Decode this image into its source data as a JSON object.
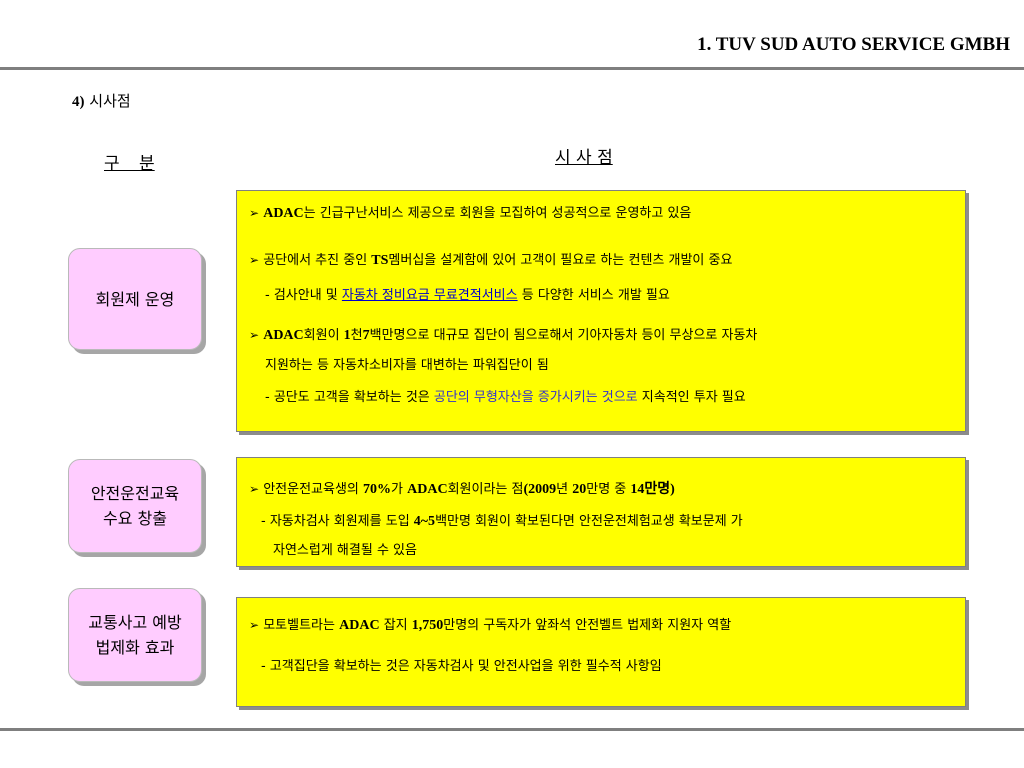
{
  "header": {
    "title": "1. TUV SUD AUTO SERVICE GMBH"
  },
  "section": {
    "number": "4)",
    "label": "시사점"
  },
  "columns": {
    "left": "구 분",
    "right": "시 사 점"
  },
  "bullet": "➢",
  "rows": [
    {
      "category": [
        "회원제 운영"
      ],
      "b1_a": "ADAC",
      "b1_b": "는 긴급구난서비스 제공으로  회원을 모집하여 성공적으로 운영하고 있음",
      "b2_a": "공단에서 추진 중인 ",
      "b2_b": "TS",
      "b2_c": "멤버십을 설계함에 있어 고객이 필요로 하는 컨텐츠 개발이 중요",
      "s1_a": "- 검사안내 및 ",
      "s1_link": "자동차 정비요금 무료견적서비스",
      "s1_b": " 등 다양한 서비스 개발 필요",
      "b3_a": "ADAC",
      "b3_b": "회원이 ",
      "b3_c": "1",
      "b3_d": "천",
      "b3_e": "7",
      "b3_f": "백만명으로 대규모 집단이 됨으로해서 기아자동차 등이 무상으로 자동차",
      "b3_cont": "지원하는 등 자동차소비자를 대변하는 파워집단이 됨",
      "s2_a": "- 공단도 고객을 확보하는 것은 ",
      "s2_blue": "공단의 무형자산을 증가시키는 것으로",
      "s2_b": " 지속적인 투자 필요"
    },
    {
      "category": [
        "안전운전교육",
        "수요 창출"
      ],
      "b1_a": "안전운전교육생의 ",
      "b1_b": "70%",
      "b1_c": "가 ",
      "b1_d": "ADAC",
      "b1_e": "회원이라는 점",
      "b1_f": "(2009",
      "b1_g": "년 ",
      "b1_h": "20",
      "b1_i": "만명 중 ",
      "b1_j": "14",
      "b1_k": "만명)",
      "s1_a": "- 자동차검사 회원제를 도입 ",
      "s1_b": "4~5",
      "s1_c": "백만명 회원이 확보된다면 안전운전체험교생 확보문제 가",
      "s1_cont": "자연스럽게 해결될 수 있음"
    },
    {
      "category": [
        "교통사고 예방",
        "법제화 효과"
      ],
      "b1_a": "모토벨트라는 ",
      "b1_b": "ADAC",
      "b1_c": " 잡지 ",
      "b1_d": "1,750",
      "b1_e": "만명의 구독자가 앞좌석 안전벨트 법제화  지원자  역할",
      "s1_a": "- 고객집단을 확보하는 것은 자동차검사 및 안전사업을 위한 필수적 사항임"
    }
  ],
  "colors": {
    "box_fill": "#ffff00",
    "category_fill": "#ffccff",
    "rule": "#7f7f7f",
    "highlight": "#3333cc"
  }
}
